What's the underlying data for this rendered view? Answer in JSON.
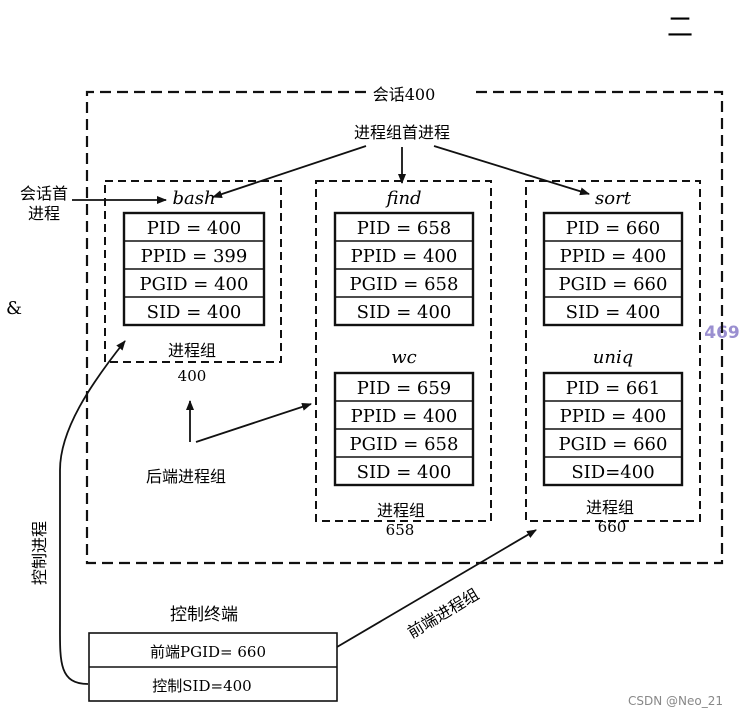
{
  "corner_mark": "二",
  "side_mark": "&",
  "page_number": "469",
  "watermark": "CSDN @Neo_21",
  "session_label": "会话400",
  "group_leader_label": "进程组首进程",
  "session_leader_label_line1": "会话首",
  "session_leader_label_line2": "进程",
  "background_group_label": "后端进程组",
  "foreground_group_label": "前端进程组",
  "controlling_process_label": "控制进程",
  "terminal": {
    "title": "控制终端",
    "row1": "前端PGID=  660",
    "row2": "控制SID=400"
  },
  "groups": [
    {
      "caption": "进程组",
      "id": "400"
    },
    {
      "caption": "进程组",
      "id": "658"
    },
    {
      "caption": "进程组",
      "id": "660"
    }
  ],
  "processes": [
    {
      "name": "bash",
      "pid": "PID = 400",
      "ppid": "PPID = 399",
      "pgid": "PGID = 400",
      "sid": "SID = 400"
    },
    {
      "name": "find",
      "pid": "PID = 658",
      "ppid": "PPID = 400",
      "pgid": "PGID = 658",
      "sid": "SID = 400"
    },
    {
      "name": "wc",
      "pid": "PID = 659",
      "ppid": "PPID = 400",
      "pgid": "PGID = 658",
      "sid": "SID = 400"
    },
    {
      "name": "sort",
      "pid": "PID = 660",
      "ppid": "PPID = 400",
      "pgid": "PGID = 660",
      "sid": "SID = 400"
    },
    {
      "name": "uniq",
      "pid": "PID = 661",
      "ppid": "PPID = 400",
      "pgid": "PGID = 660",
      "sid": "SID=400"
    }
  ]
}
